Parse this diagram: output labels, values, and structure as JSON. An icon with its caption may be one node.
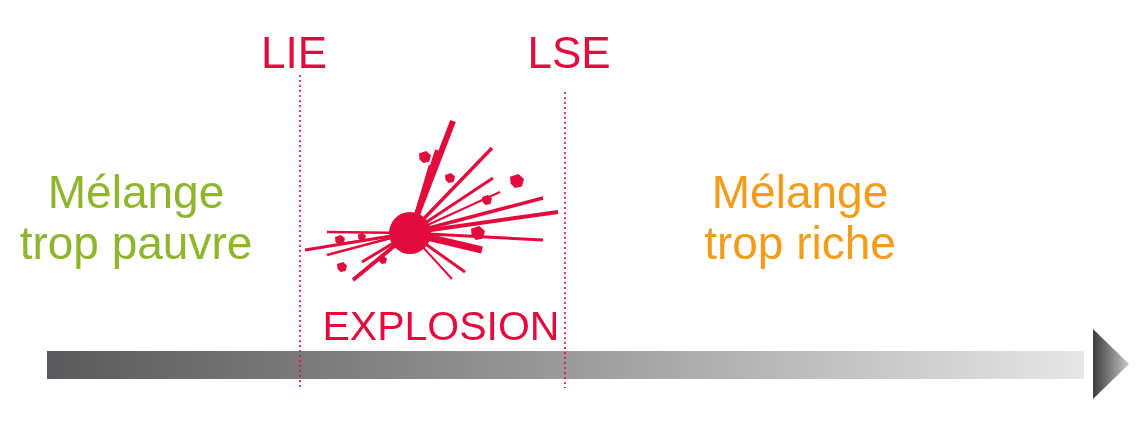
{
  "diagram": {
    "labels": [
      "LIE",
      "LSE",
      "Mélange trop pauvre",
      "Mélange trop riche",
      "EXPLOSION"
    ]
  }
}
